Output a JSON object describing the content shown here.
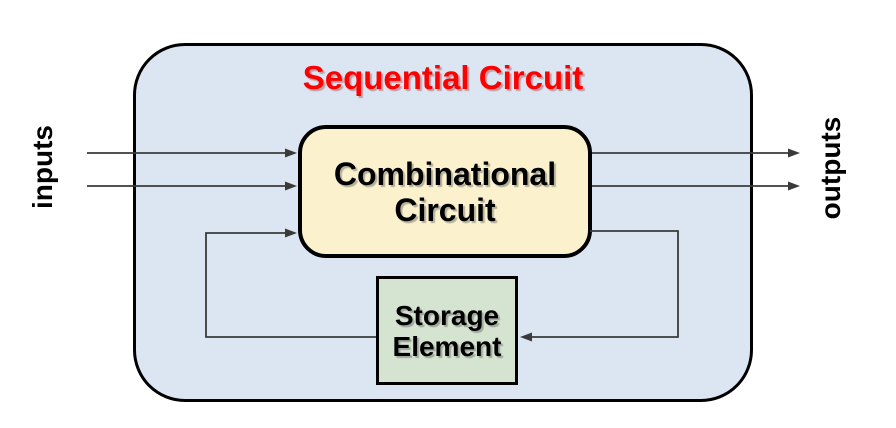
{
  "diagram": {
    "title": "Sequential Circuit",
    "blocks": {
      "combinational": {
        "line1": "Combinational",
        "line2": "Circuit"
      },
      "storage": {
        "line1": "Storage",
        "line2": "Element"
      }
    },
    "labels": {
      "inputs": "inputs",
      "outputs": "outputs"
    },
    "colors": {
      "title": "#ff0000",
      "outer_fill": "#dce6f2",
      "combinational_fill": "#fbf2cd",
      "storage_fill": "#d5e4d0",
      "border": "#000000",
      "wire": "#3a3a3a"
    }
  }
}
